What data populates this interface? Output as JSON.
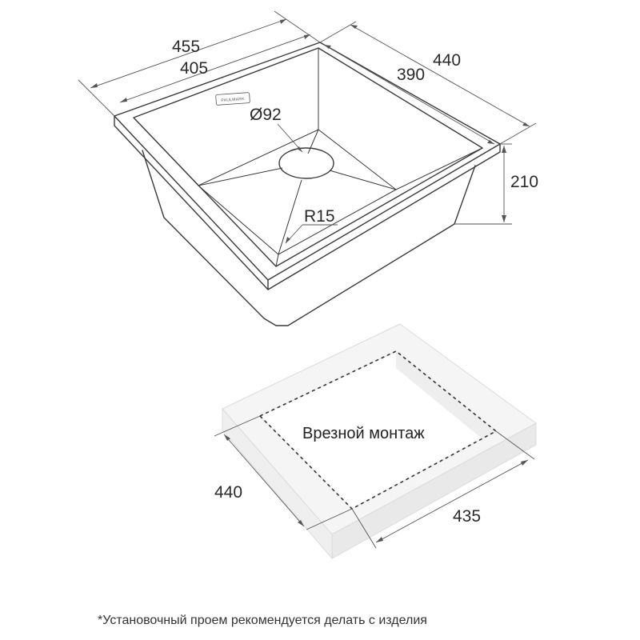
{
  "sink": {
    "dim_outer_width": "455",
    "dim_inner_width": "405",
    "dim_inner_depth": "390",
    "dim_outer_depth": "440",
    "dim_height": "210",
    "dim_drain": "Ø92",
    "dim_radius": "R15",
    "brand_logo": "PAULMARK"
  },
  "cutout": {
    "label": "Врезной монтаж",
    "dim_depth": "440",
    "dim_width": "435"
  },
  "footnote": "*Установочный проем рекомендуется делать с изделия",
  "colors": {
    "line": "#3a3a3a",
    "slab_fill": "#f5f5f5",
    "background": "#ffffff"
  }
}
